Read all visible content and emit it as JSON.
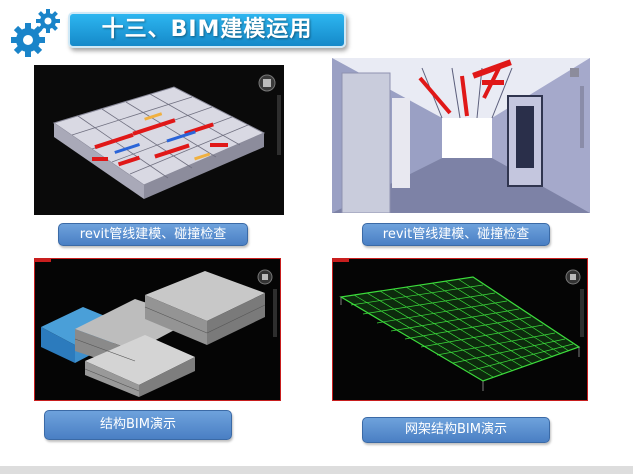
{
  "slide": {
    "title": "十三、BIM建模运用",
    "captions": [
      "revit管线建模、碰撞检查",
      "revit管线建模、碰撞检查",
      "结构BIM演示",
      "网架结构BIM演示"
    ]
  },
  "colors": {
    "title_bar": "#1e9de0",
    "caption_bg": "#5b8fd3",
    "gear_icon": "#1a84c9",
    "panel_border_red": "#c81e1e",
    "pipe_red": "#e01818",
    "grid_green": "#3cdc3c"
  },
  "icons": [
    "gears-icon",
    "view-cube-icon"
  ]
}
